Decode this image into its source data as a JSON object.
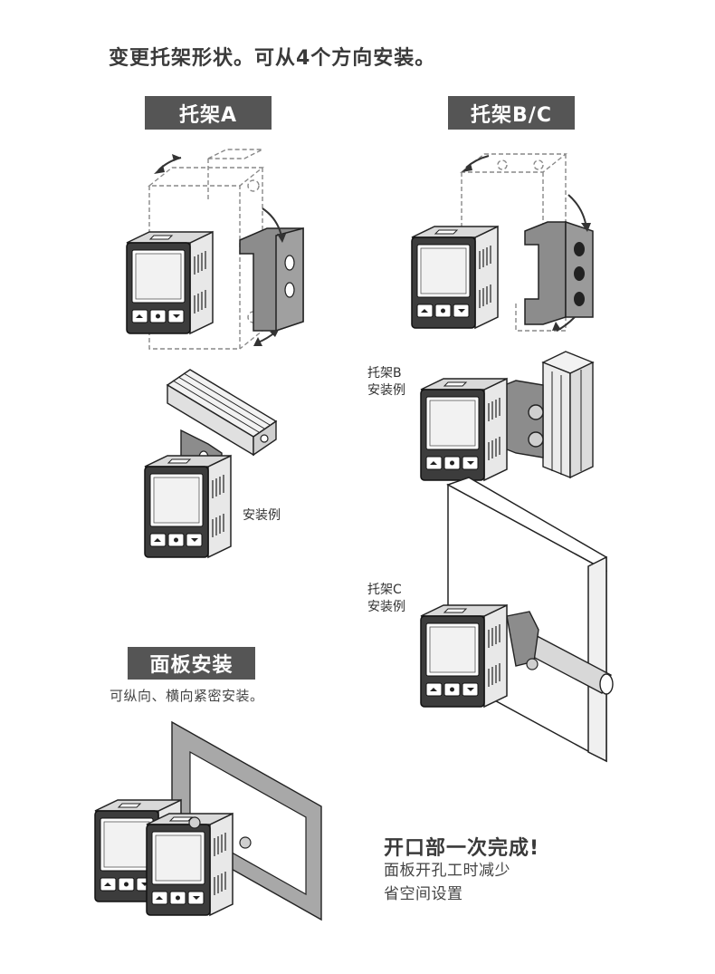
{
  "heading": "变更托架形状。可从4个方向安装。",
  "bracket_a": {
    "tag": "托架A",
    "example_caption": "安装例"
  },
  "bracket_bc": {
    "tag": "托架B/C",
    "b_caption_line1": "托架B",
    "b_caption_line2": "安装例",
    "c_caption_line1": "托架C",
    "c_caption_line2": "安装例"
  },
  "panel": {
    "tag": "面板安装",
    "subtitle": "可纵向、横向紧密安装。"
  },
  "promo": {
    "title": "开口部一次完成!",
    "line1": "面板开孔工时减少",
    "line2": "省空间设置"
  },
  "colors": {
    "tag_bg": "#555555",
    "tag_text": "#ffffff",
    "bracket_grey": "#8c8c8c",
    "device_dark": "#3c3c3c"
  }
}
